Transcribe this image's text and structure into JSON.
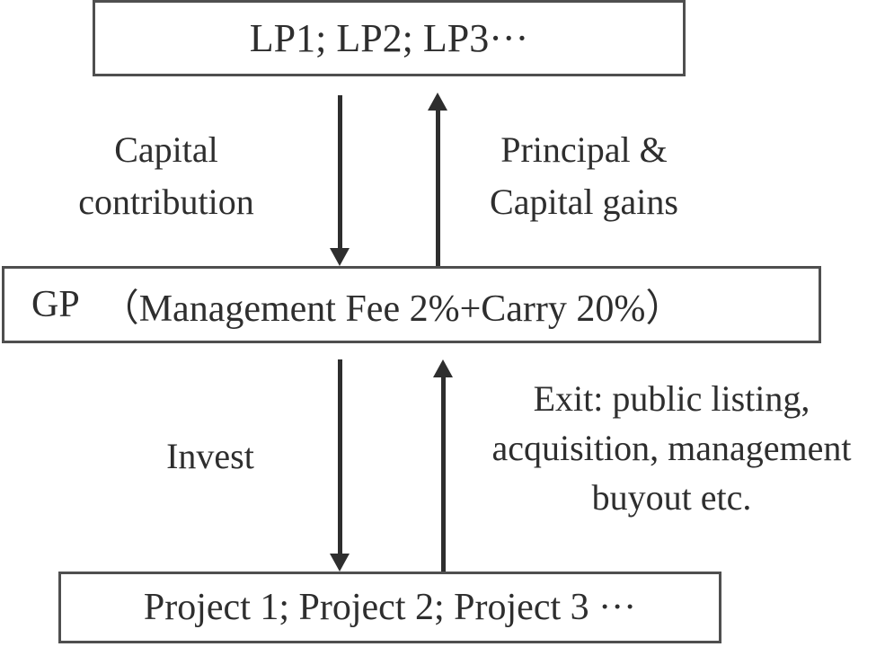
{
  "diagram": {
    "nodes": {
      "lp": {
        "label": "LP1; LP2; LP3···"
      },
      "gp": {
        "name": "GP",
        "detail": "（Management Fee 2%+Carry 20%）"
      },
      "projects": {
        "label": "Project 1; Project 2; Project 3 ···"
      }
    },
    "edges": {
      "capital_contribution": {
        "lines": [
          "Capital",
          "contribution"
        ]
      },
      "principal_capital_gains": {
        "lines": [
          "Principal &",
          "Capital gains"
        ]
      },
      "invest": {
        "label": "Invest"
      },
      "exit": {
        "lines": [
          "Exit: public listing,",
          "acquisition, management",
          "buyout etc."
        ]
      }
    },
    "colors": {
      "border": "#4f4f4f",
      "text": "#2e2e2e",
      "arrow": "#2e2e2e",
      "background": "#ffffff"
    }
  }
}
